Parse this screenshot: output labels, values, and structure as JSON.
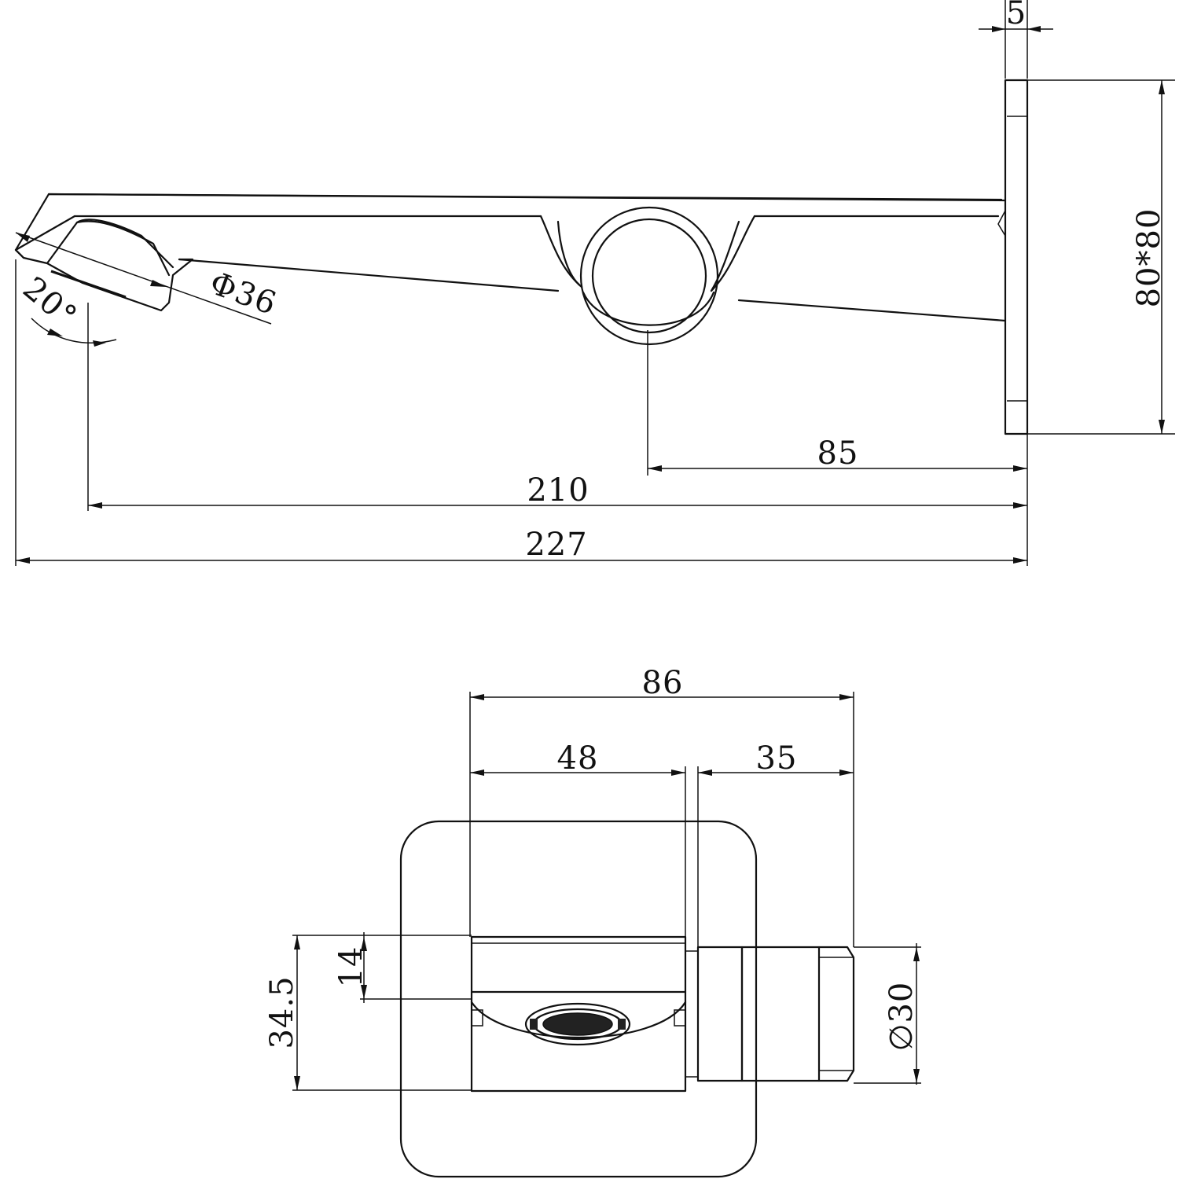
{
  "side_view": {
    "dims": {
      "plate_thickness": "5",
      "plate_size": "80*80",
      "head_diameter": "Φ36",
      "tilt_angle": "20°",
      "center_to_wall": "85",
      "head_to_wall": "210",
      "total_length": "227"
    }
  },
  "front_view": {
    "dims": {
      "overall_depth": "86",
      "body_depth": "48",
      "connector_depth": "35",
      "height_total": "34.5",
      "outlet_height": "14",
      "connector_diameter": "∅30"
    }
  }
}
